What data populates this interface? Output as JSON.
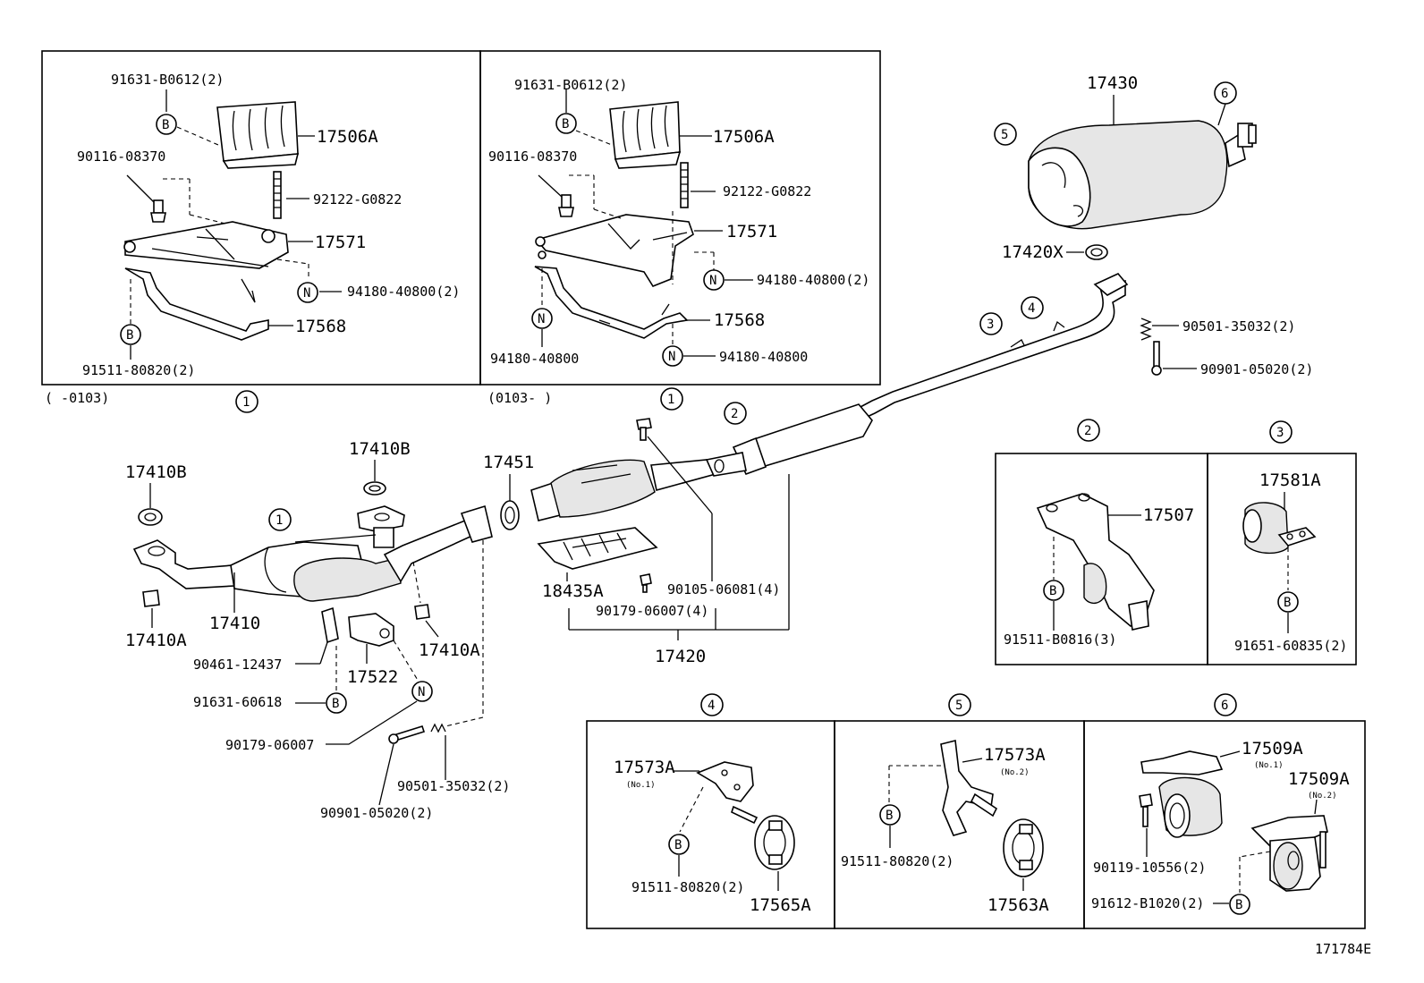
{
  "diagram_id": "171784E",
  "callouts": {
    "c1": "1",
    "c2": "2",
    "c3": "3",
    "c4": "4",
    "c5": "5",
    "c6": "6",
    "B": "B",
    "N": "N"
  },
  "panel_left": {
    "p1": "91631-B0612(2)",
    "p2": "17506A",
    "p3": "90116-08370",
    "p4": "92122-G0822",
    "p5": "17571",
    "p6": "94180-40800(2)",
    "p7": "17568",
    "p8": "91511-80820(2)",
    "range": "(     -0103)"
  },
  "panel_right": {
    "p1": "91631-B0612(2)",
    "p2": "17506A",
    "p3": "90116-08370",
    "p4": "92122-G0822",
    "p5": "17571",
    "p6": "94180-40800(2)",
    "p7": "17568",
    "p8": "94180-40800",
    "p9": "94180-40800",
    "range": "(0103-     )"
  },
  "main": {
    "p17430": "17430",
    "p17420X": "17420X",
    "p90501a": "90501-35032(2)",
    "p90901a": "90901-05020(2)",
    "p17410B_a": "17410B",
    "p17410B_b": "17410B",
    "p17451": "17451",
    "p17410": "17410",
    "p17410A_a": "17410A",
    "p17410A_b": "17410A",
    "p90461": "90461-12437",
    "p17522": "17522",
    "p91631": "91631-60618",
    "p90179a": "90179-06007",
    "p90501b": "90501-35032(2)",
    "p90901b": "90901-05020(2)",
    "p18435A": "18435A",
    "p90105": "90105-06081(4)",
    "p90179b": "90179-06007(4)",
    "p17420": "17420"
  },
  "box2": {
    "p1": "17507",
    "p2": "91511-B0816(3)"
  },
  "box3": {
    "p1": "17581A",
    "p2": "91651-60835(2)"
  },
  "box4": {
    "p1": "17573A",
    "p1sub": "(No.1)",
    "p2": "91511-80820(2)",
    "p3": "17565A"
  },
  "box5": {
    "p1": "17573A",
    "p1sub": "(No.2)",
    "p2": "91511-80820(2)",
    "p3": "17563A"
  },
  "box6": {
    "p1": "17509A",
    "p1sub": "(No.1)",
    "p2": "17509A",
    "p2sub": "(No.2)",
    "p3": "90119-10556(2)",
    "p4": "91612-B1020(2)"
  }
}
